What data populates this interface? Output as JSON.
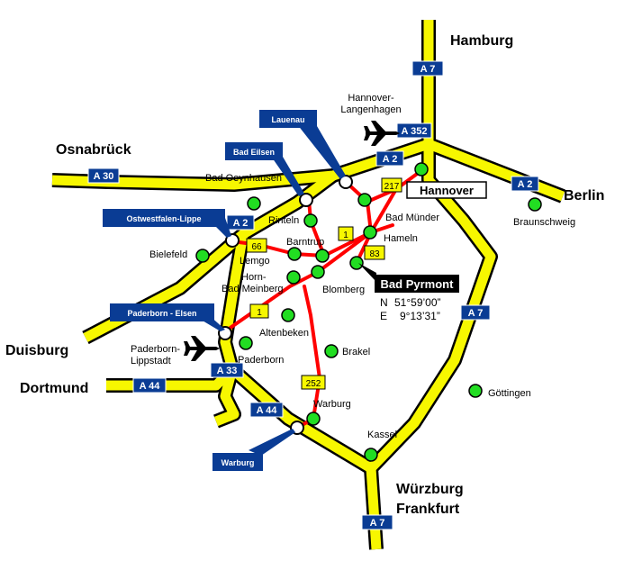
{
  "colors": {
    "motorway": "#f7f700",
    "road": "#ff0000",
    "shield": "#0a3c94",
    "poi": "#22dd22"
  },
  "cities": {
    "hamburg": "Hamburg",
    "berlin": "Berlin",
    "osnabrueck": "Osnabrück",
    "duisburg": "Duisburg",
    "dortmund": "Dortmund",
    "wuerzburg": "Würzburg",
    "frankfurt": "Frankfurt"
  },
  "motorways": {
    "a7_top": "A 7",
    "a352": "A 352",
    "a2_ne": "A 2",
    "a2_east": "A 2",
    "a30": "A 30",
    "a2_west": "A 2",
    "a7_mid": "A 7",
    "a33": "A 33",
    "a44": "A 44",
    "a44_b": "A 44",
    "a7_bottom": "A 7"
  },
  "exits": {
    "lauenau": "Lauenau",
    "bad_eilsen": "Bad Eilsen",
    "owl": "Ostwestfalen-Lippe",
    "paderborn_elsen": "Paderborn - Elsen",
    "warburg": "Warburg"
  },
  "roads": {
    "b217": "217",
    "b1_top": "1",
    "b66": "66",
    "b83": "83",
    "b1_bottom": "1",
    "b252": "252"
  },
  "places": {
    "hannover_langenhagen_1": "Hannover-",
    "hannover_langenhagen_2": "Langenhagen",
    "bad_oeynhausen": "Bad Oeynhausen",
    "rinteln": "Rinteln",
    "bad_muender": "Bad Münder",
    "braunschweig": "Braunschweig",
    "barntrup": "Barntrup",
    "hameln": "Hameln",
    "bielefeld": "Bielefeld",
    "lemgo": "Lemgo",
    "horn_1": "Horn-",
    "horn_2": "Bad Meinberg",
    "blomberg": "Blomberg",
    "altenbeken": "Altenbeken",
    "paderborn": "Paderborn",
    "paderborn_lippstadt_1": "Paderborn-",
    "paderborn_lippstadt_2": "Lippstadt",
    "brakel": "Brakel",
    "goettingen": "Göttingen",
    "warburg": "Warburg",
    "kassel": "Kassel"
  },
  "hannover_box": "Hannover",
  "destination": {
    "name": "Bad Pyrmont",
    "lat_prefix": "N",
    "lat": "51°59’00”",
    "lon_prefix": "E",
    "lon": "9°13’31”"
  },
  "icons": [
    "airplane-icon",
    "airplane-icon"
  ]
}
